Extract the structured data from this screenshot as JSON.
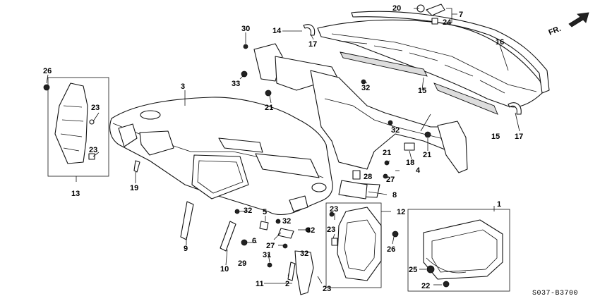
{
  "diagram": {
    "orientation_label": "FR.",
    "drawing_code": "S037-B3700",
    "callouts": [
      "1",
      "2",
      "3",
      "4",
      "5",
      "6",
      "7",
      "8",
      "9",
      "10",
      "11",
      "12",
      "13",
      "14",
      "15",
      "15",
      "16",
      "17",
      "17",
      "18",
      "19",
      "20",
      "21",
      "21",
      "21",
      "22",
      "23",
      "23",
      "23",
      "23",
      "23",
      "24",
      "25",
      "26",
      "26",
      "27",
      "27",
      "28",
      "29",
      "30",
      "31",
      "32",
      "32",
      "32",
      "32",
      "32",
      "32",
      "33"
    ]
  }
}
